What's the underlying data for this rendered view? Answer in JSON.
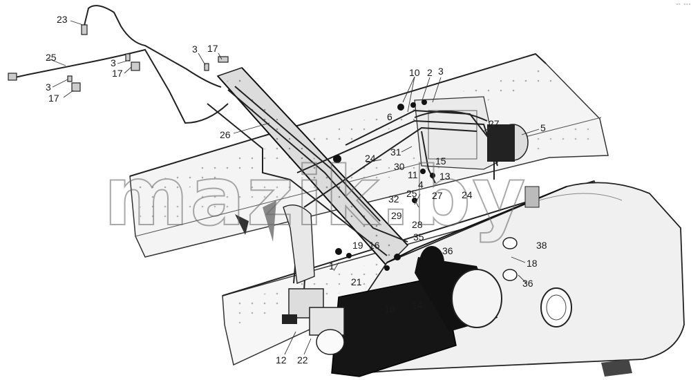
{
  "watermark": "mazik.by",
  "corner_mark": "ᵃᵇ ᵃᵃᵃ",
  "labels": [
    "23",
    "25",
    "3",
    "17",
    "3",
    "17",
    "3",
    "17",
    "26",
    "10",
    "2",
    "3",
    "6",
    "5",
    "27",
    "31",
    "30",
    "24",
    "15",
    "11",
    "13",
    "4",
    "24",
    "25",
    "27",
    "32",
    "29",
    "28",
    "35",
    "36",
    "1",
    "19",
    "16",
    "38",
    "18",
    "21",
    "36",
    "18",
    "14",
    "12",
    "22"
  ]
}
